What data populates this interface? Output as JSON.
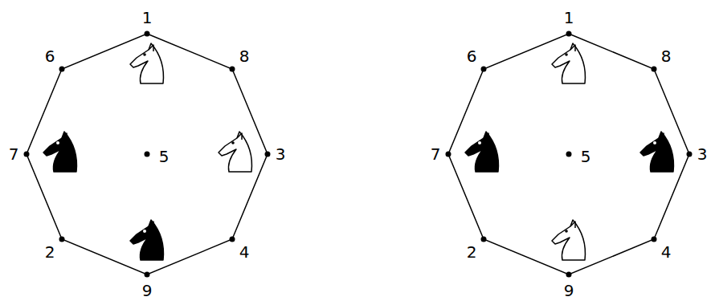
{
  "diagram": {
    "labels": [
      "1",
      "6",
      "8",
      "7",
      "5",
      "3",
      "2",
      "9",
      "4",
      "1",
      "6",
      "8",
      "7",
      "5",
      "3",
      "2",
      "9",
      "4"
    ]
  }
}
